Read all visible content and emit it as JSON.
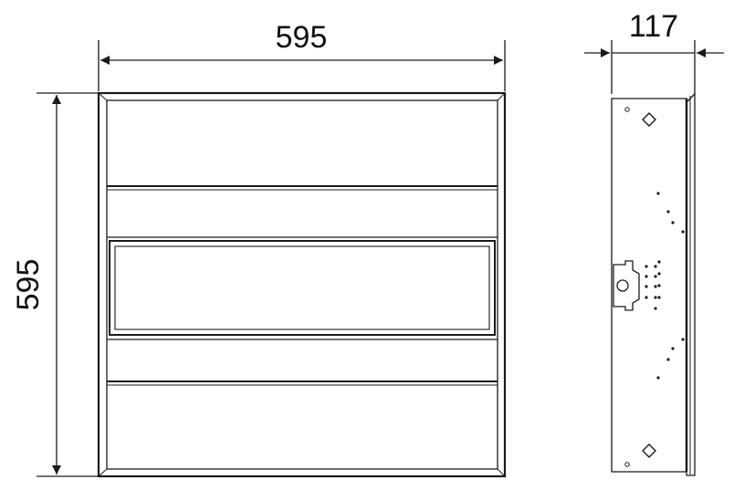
{
  "dimensions": {
    "front_width": "595",
    "front_height": "595",
    "side_depth": "117"
  },
  "colors": {
    "line": "#1a1a1a",
    "background": "#ffffff"
  }
}
